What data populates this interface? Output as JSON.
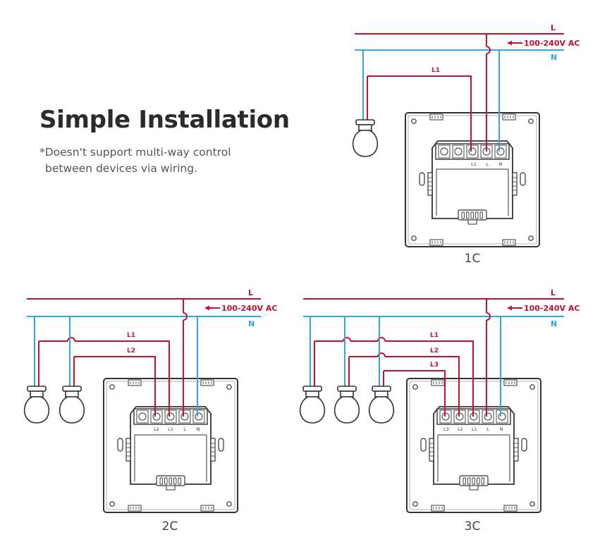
{
  "title": "Simple Installation",
  "note": {
    "line1": "*Doesn't support multi-way control",
    "line2": "between devices via wiring."
  },
  "colors": {
    "live": "#c8102e",
    "neutral": "#33a6de",
    "outline": "#333333",
    "text": "#2b2b2b"
  },
  "diagrams": [
    {
      "caption": "1C",
      "supply": {
        "live_label": "L",
        "neutral_label": "N",
        "voltage_label": "100-240V AC"
      },
      "load_labels": [
        "L1"
      ],
      "terminal_labels": [
        "L1",
        "L",
        "N"
      ]
    },
    {
      "caption": "2C",
      "supply": {
        "live_label": "L",
        "neutral_label": "N",
        "voltage_label": "100-240V AC"
      },
      "load_labels": [
        "L1",
        "L2"
      ],
      "terminal_labels": [
        "L2",
        "L1",
        "L",
        "N"
      ]
    },
    {
      "caption": "3C",
      "supply": {
        "live_label": "L",
        "neutral_label": "N",
        "voltage_label": "100-240V AC"
      },
      "load_labels": [
        "L1",
        "L2",
        "L3"
      ],
      "terminal_labels": [
        "L3",
        "L2",
        "L1",
        "L",
        "N"
      ]
    }
  ]
}
